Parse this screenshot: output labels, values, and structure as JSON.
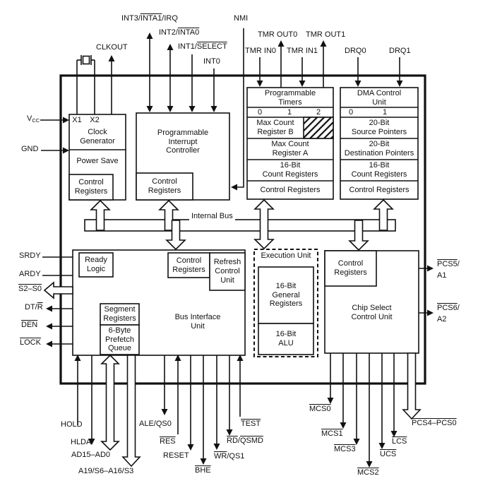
{
  "colors": {
    "ink": "#111111",
    "bg": "#ffffff"
  },
  "bus": {
    "label": "Internal Bus"
  },
  "blocks": {
    "clock": {
      "x1": "X1",
      "x2": "X2",
      "label": "Clock\nGenerator",
      "power_save": "Power Save",
      "control_registers": "Control\nRegisters"
    },
    "pic": {
      "label": "Programmable\nInterrupt\nController",
      "control_registers": "Control\nRegisters"
    },
    "timers": {
      "title": "Programmable\nTimers",
      "cols": [
        "0",
        "1",
        "2"
      ],
      "rows": [
        "Max Count\nRegister B",
        "Max Count\nRegister A",
        "16-Bit\nCount Registers",
        "Control Registers"
      ]
    },
    "dma": {
      "title": "DMA Control\nUnit",
      "cols": [
        "0",
        "1"
      ],
      "rows": [
        "20-Bit\nSource Pointers",
        "20-Bit\nDestination Pointers",
        "16-Bit\nCount Registers",
        "Control Registers"
      ]
    },
    "biu": {
      "ready_logic": "Ready\nLogic",
      "control_registers": "Control\nRegisters",
      "refresh": "Refresh\nControl\nUnit",
      "segment": "Segment\nRegisters",
      "prefetch": "6-Byte\nPrefetch\nQueue",
      "label": "Bus Interface\nUnit"
    },
    "eu": {
      "title": "Execution Unit",
      "general_registers": "16-Bit\nGeneral\nRegisters",
      "alu": "16-Bit\nALU"
    },
    "chip_select": {
      "control_registers": "Control\nRegisters",
      "label": "Chip Select\nControl Unit"
    }
  },
  "pins": {
    "top": {
      "int3_pre": "INT3/",
      "int3_ov": "INTA1",
      "int3_post": "/IRQ",
      "int2_pre": "INT2/",
      "int2_ov": "INTA0",
      "int1_pre": "INT1/",
      "int1_ov": "SELECT",
      "int0": "INT0",
      "nmi": "NMI",
      "clkout": "CLKOUT",
      "tmr_out0": "TMR OUT0",
      "tmr_out1": "TMR OUT1",
      "tmr_in0": "TMR IN0",
      "tmr_in1": "TMR IN1",
      "drq0": "DRQ0",
      "drq1": "DRQ1"
    },
    "left": {
      "vcc_main": "V",
      "vcc_sub": "CC",
      "gnd": "GND",
      "srdy": "SRDY",
      "ardy": "ARDY",
      "status_bus": "S2–S0",
      "dtr_pre": "DT/",
      "dtr_ov": "R",
      "den": "DEN",
      "lock": "LOCK"
    },
    "bottom": {
      "hold": "HOLD",
      "hlda": "HLDA",
      "ad_bus": "AD15–AD0",
      "addr_bus": "A19/S6–A16/S3",
      "ale": "ALE/QS0",
      "res": "RES",
      "reset": "RESET",
      "bhe": "BHE",
      "wr_ov": "WR",
      "wr_post": "/QS1",
      "rd_ov": "RD",
      "rd_mid": "/",
      "rd_ov2": "QSMD",
      "test": "TEST",
      "mcs0": "MCS0",
      "mcs1": "MCS1",
      "mcs3": "MCS3",
      "mcs2": "MCS2",
      "ucs": "UCS",
      "lcs": "LCS",
      "pcs_bus": "PCS4–PCS0"
    },
    "right": {
      "pcs5_ov": "PCS5",
      "pcs5_post": "/",
      "pcs5_l2": "A1",
      "pcs6_ov": "PCS6",
      "pcs6_post": "/",
      "pcs6_l2": "A2"
    }
  }
}
